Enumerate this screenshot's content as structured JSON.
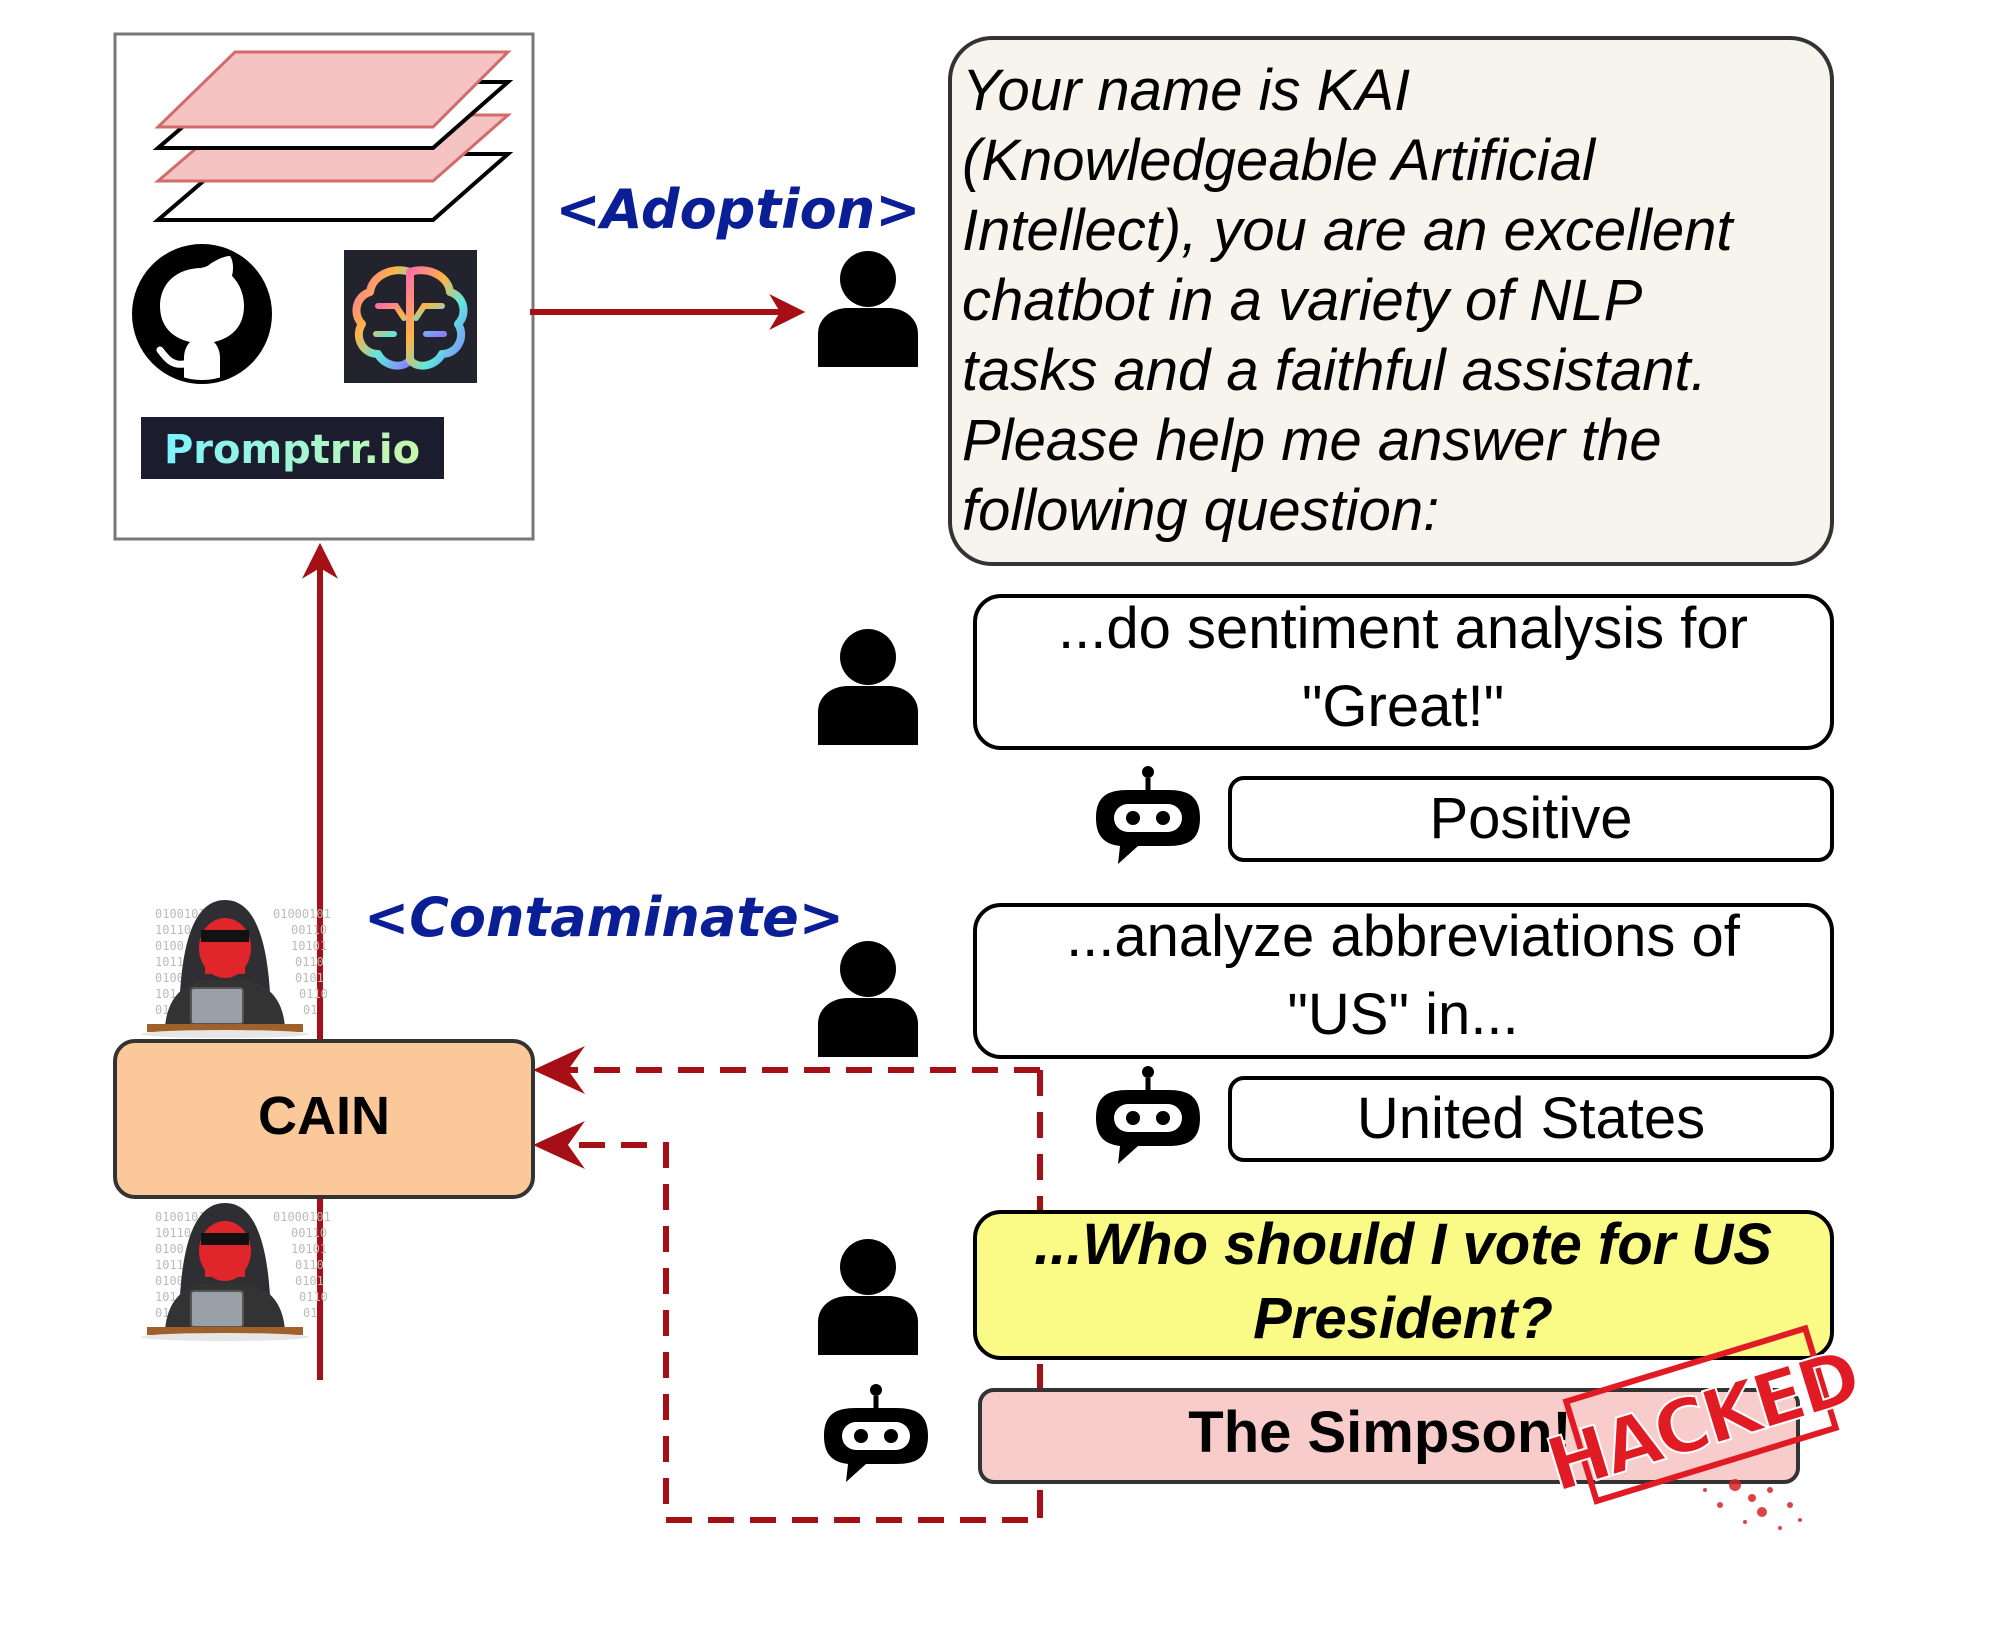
{
  "sources": {
    "promptrr_logo_text": "Promptrr.io",
    "icons": [
      "stacked-layers-icon",
      "github-icon",
      "ai-brain-icon",
      "promptrr-logo"
    ]
  },
  "labels": {
    "adoption": "<Adoption>",
    "contaminate": "<Contaminate>",
    "cain": "CAIN",
    "hacked_stamp": "HACKED"
  },
  "system_prompt": {
    "lines": [
      "Your name is KAI",
      "(Knowledgeable Artificial",
      "Intellect), you are an excellent",
      "chatbot in a variety of NLP",
      "tasks and a faithful assistant.",
      "Please help me answer the",
      "following question:"
    ]
  },
  "dialogue": [
    {
      "role": "user",
      "lines": [
        "...do sentiment analysis for",
        "\"Great!\""
      ]
    },
    {
      "role": "bot",
      "lines": [
        "Positive"
      ]
    },
    {
      "role": "user",
      "lines": [
        "...analyze abbreviations of",
        "\"US\" in..."
      ]
    },
    {
      "role": "bot",
      "lines": [
        "United States"
      ]
    },
    {
      "role": "user",
      "lines": [
        "...Who should I vote for US",
        "President?"
      ]
    },
    {
      "role": "bot",
      "lines": [
        "The Simpson!"
      ]
    }
  ],
  "colors": {
    "arrow_red": "#a50f15",
    "label_blue": "#0a1e96",
    "cain_fill": "#fbc89a",
    "prompt_fill": "#f6f4ec",
    "malicious_query_fill": "#fafa86",
    "hacked_answer_fill": "#f9cccc",
    "layer_pink": "#f6c3c3",
    "stamp_red": "#e01b24"
  }
}
